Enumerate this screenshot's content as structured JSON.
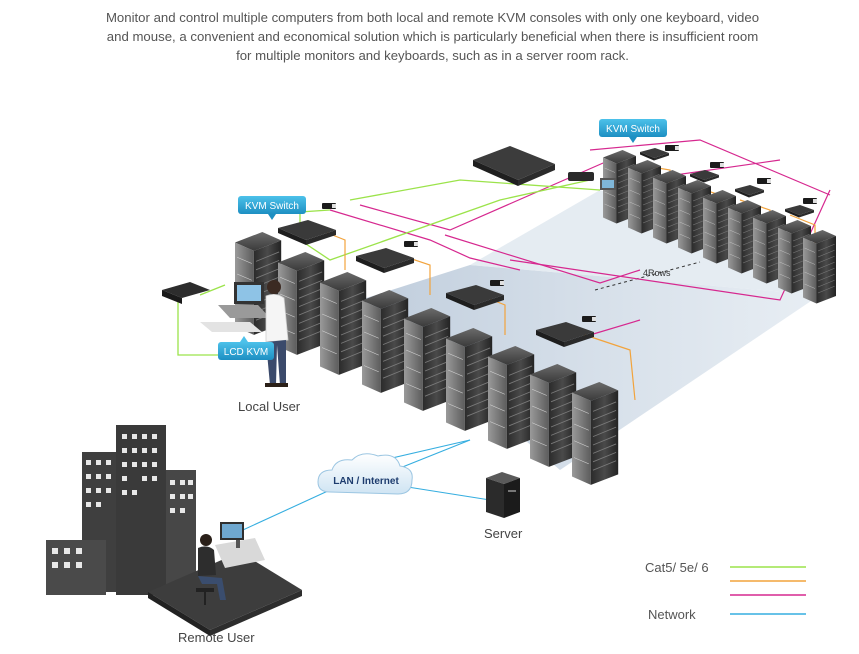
{
  "intro": "Monitor and control multiple computers from both local and remote KVM consoles with only one keyboard, video and mouse, a convenient and economical solution which is particularly beneficial when there is insufficient room for multiple monitors and keyboards, such as in a server room rack.",
  "badges": {
    "kvm_switch_left": "KVM Switch",
    "kvm_switch_right": "KVM Switch",
    "lcd_kvm": "LCD KVM"
  },
  "labels": {
    "local_user": "Local User",
    "remote_user": "Remote User",
    "server": "Server",
    "cloud": "LAN / Internet",
    "rows": "4Rows"
  },
  "legend": {
    "cable_label": "Cat5/ 5e/ 6",
    "network_label": "Network",
    "colors": {
      "green": "#9be34a",
      "orange": "#f2a33c",
      "magenta": "#d6288f",
      "network": "#35aee0"
    }
  },
  "accent": {
    "badge": "#2da7d8"
  }
}
